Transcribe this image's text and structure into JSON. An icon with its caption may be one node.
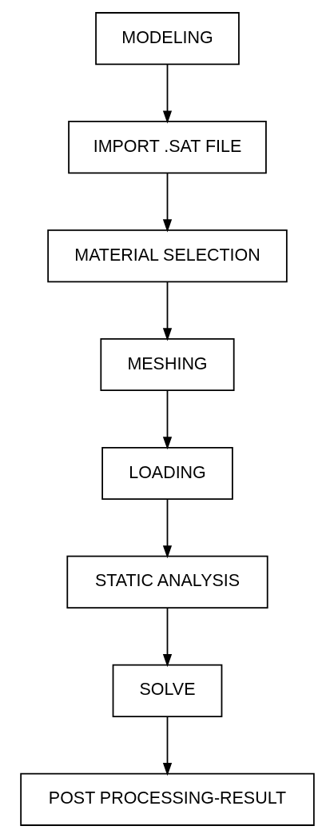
{
  "diagram": {
    "nodes": [
      {
        "text": [
          "MODELING"
        ]
      },
      {
        "text": [
          "IMPORT .SAT FILE"
        ]
      },
      {
        "text": [
          "MATERIAL SELECTION"
        ]
      },
      {
        "text": [
          "MESHING"
        ]
      },
      {
        "text": [
          "LOADING"
        ]
      },
      {
        "text": [
          "STATIC ANALYSIS"
        ]
      },
      {
        "text": [
          "SOLVE"
        ]
      },
      {
        "text": [
          "POST PROCESSING-RESULT"
        ]
      }
    ],
    "edges": [
      {
        "from": 0,
        "to": 1,
        "arrow": "to"
      },
      {
        "from": 1,
        "to": 2,
        "arrow": "to"
      },
      {
        "from": 2,
        "to": 3,
        "arrow": "to"
      },
      {
        "from": 3,
        "to": 4,
        "arrow": "to"
      },
      {
        "from": 4,
        "to": 5,
        "arrow": "to"
      },
      {
        "from": 5,
        "to": 6,
        "arrow": "to"
      },
      {
        "from": 6,
        "to": 7,
        "arrow": "to"
      }
    ]
  }
}
